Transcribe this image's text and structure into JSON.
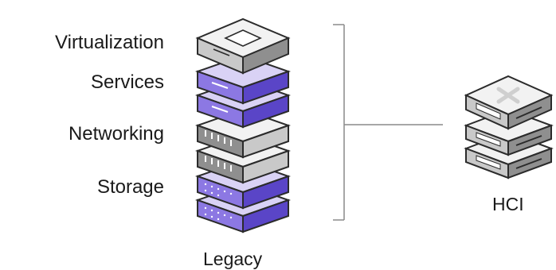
{
  "layers": {
    "virtualization": "Virtualization",
    "services": "Services",
    "networking": "Networking",
    "storage": "Storage"
  },
  "legacy_label": "Legacy",
  "hci_label": "HCI",
  "colors": {
    "grey_top": "#f2f2f2",
    "grey_side": "#c9c9c9",
    "grey_dark": "#8f8f8f",
    "purple_top": "#d9d2f5",
    "purple_side": "#8c78e3",
    "purple_dark": "#5a45c7",
    "stroke": "#2b2b2b",
    "bracket": "#8a8a8a"
  }
}
